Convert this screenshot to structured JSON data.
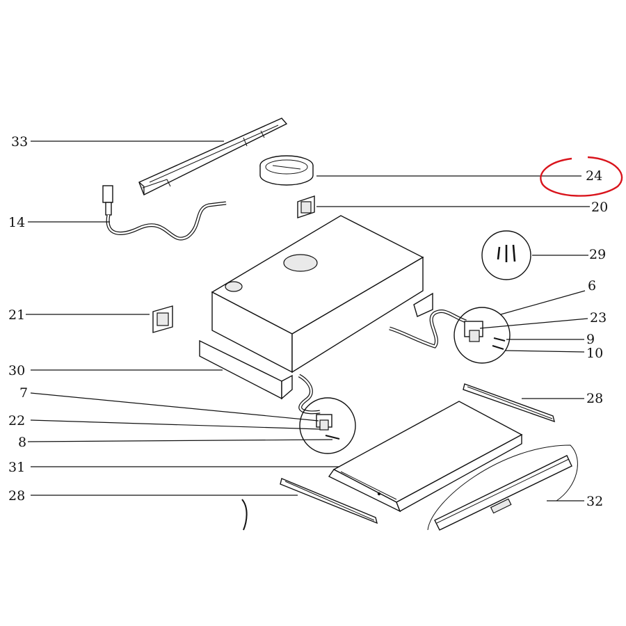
{
  "callouts": [
    {
      "id": "c33",
      "text": "33"
    },
    {
      "id": "c24",
      "text": "24"
    },
    {
      "id": "c14",
      "text": "14"
    },
    {
      "id": "c20",
      "text": "20"
    },
    {
      "id": "c29",
      "text": "29"
    },
    {
      "id": "c6",
      "text": "6"
    },
    {
      "id": "c21",
      "text": "21"
    },
    {
      "id": "c23",
      "text": "23"
    },
    {
      "id": "c9",
      "text": "9"
    },
    {
      "id": "c10",
      "text": "10"
    },
    {
      "id": "c30",
      "text": "30"
    },
    {
      "id": "c7",
      "text": "7"
    },
    {
      "id": "c28a",
      "text": "28"
    },
    {
      "id": "c22",
      "text": "22"
    },
    {
      "id": "c8",
      "text": "8"
    },
    {
      "id": "c31",
      "text": "31"
    },
    {
      "id": "c28b",
      "text": "28"
    },
    {
      "id": "c32",
      "text": "32"
    }
  ],
  "highlight": {
    "target": "24",
    "color": "#d9141c"
  },
  "colors": {
    "line": "#111111",
    "background": "#ffffff",
    "highlight": "#d9141c"
  }
}
